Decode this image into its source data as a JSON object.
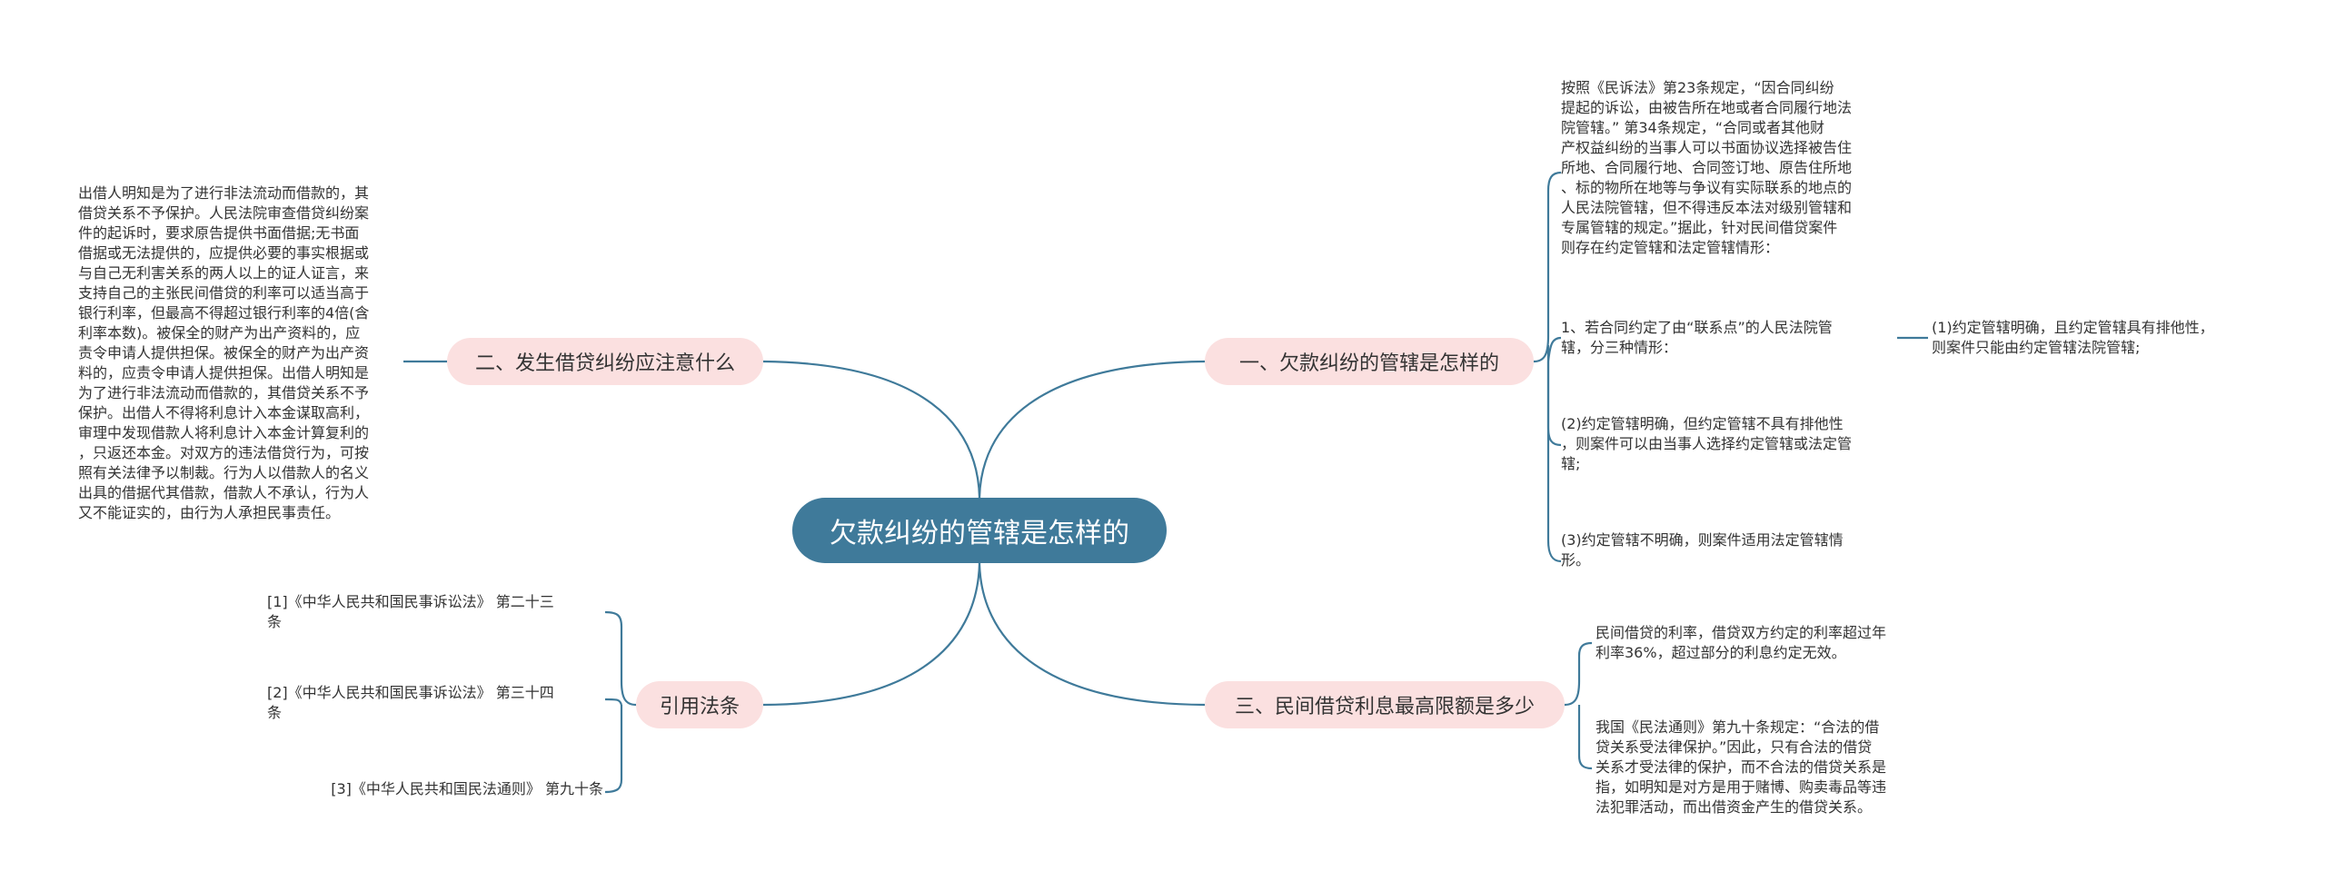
{
  "root": "欠款纠纷的管辖是怎样的",
  "branches": {
    "b1": "一、欠款纠纷的管辖是怎样的",
    "b2": "二、发生借贷纠纷应注意什么",
    "b3": "三、民间借贷利息最高限额是多少",
    "b4": "引用法条"
  },
  "leaves": {
    "b1_intro": "按照《民诉法》第23条规定，“因合同纠纷\n提起的诉讼，由被告所在地或者合同履行地法\n院管辖。” 第34条规定，“合同或者其他财\n产权益纠纷的当事人可以书面协议选择被告住\n所地、合同履行地、合同签订地、原告住所地\n、标的物所在地等与争议有实际联系的地点的\n人民法院管辖，但不得违反本法对级别管辖和\n专属管辖的规定。”据此，针对民间借贷案件\n则存在约定管辖和法定管辖情形：",
    "b1_case1": "1、若合同约定了由“联系点”的人民法院管\n辖，分三种情形：",
    "b1_case1_sub": "(1)约定管辖明确，且约定管辖具有排他性，\n则案件只能由约定管辖法院管辖;",
    "b1_case2": "(2)约定管辖明确，但约定管辖不具有排他性\n，则案件可以由当事人选择约定管辖或法定管\n辖;",
    "b1_case3": "(3)约定管辖不明确，则案件适用法定管辖情\n形。",
    "b2_text": "出借人明知是为了进行非法流动而借款的，其\n借贷关系不予保护。人民法院审查借贷纠纷案\n件的起诉时，要求原告提供书面借据;无书面\n借据或无法提供的，应提供必要的事实根据或\n与自己无利害关系的两人以上的证人证言，来\n支持自己的主张民间借贷的利率可以适当高于\n银行利率，但最高不得超过银行利率的4倍(含\n利率本数)。被保全的财产为出产资料的，应\n责令申请人提供担保。被保全的财产为出产资\n料的，应责令申请人提供担保。出借人明知是\n为了进行非法流动而借款的，其借贷关系不予\n保护。出借人不得将利息计入本金谋取高利，\n审理中发现借款人将利息计入本金计算复利的\n，只返还本金。对双方的违法借贷行为，可按\n照有关法律予以制裁。行为人以借款人的名义\n出具的借据代其借款，借款人不承认，行为人\n又不能证实的，由行为人承担民事责任。",
    "b3_rate": "民间借贷的利率，借贷双方约定的利率超过年\n利率36%，超过部分的利息约定无效。",
    "b3_law": "我国《民法通则》第九十条规定：“合法的借\n贷关系受法律保护。”因此，只有合法的借贷\n关系才受法律的保护，而不合法的借贷关系是\n指，如明知是对方是用于赌博、购卖毒品等违\n法犯罪活动，而出借资金产生的借贷关系。",
    "ref1": "[1]《中华人民共和国民事诉讼法》 第二十三\n条",
    "ref2": "[2]《中华人民共和国民事诉讼法》 第三十四\n条",
    "ref3": "[3]《中华人民共和国民法通则》 第九十条"
  },
  "colors": {
    "root_bg": "#3f7a9a",
    "branch_bg": "#fbe0e0",
    "line": "#3f7a9a"
  }
}
